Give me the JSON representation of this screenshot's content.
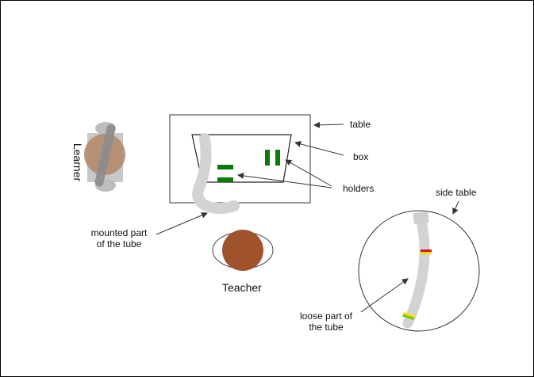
{
  "labels": {
    "table": "table",
    "box": "box",
    "holders": "holders",
    "side_table": "side table",
    "learner": "Learner",
    "teacher": "Teacher",
    "mounted_line1": "mounted part",
    "mounted_line2": "of the tube",
    "loose_line1": "loose part of",
    "loose_line2": "the tube"
  },
  "colors": {
    "tube": "#d3d3d3",
    "holder": "#0a7a0a",
    "person": "#a0522d",
    "marker_red": "#d81818",
    "marker_yellow": "#f2e200",
    "marker_green": "#7ac70f"
  }
}
